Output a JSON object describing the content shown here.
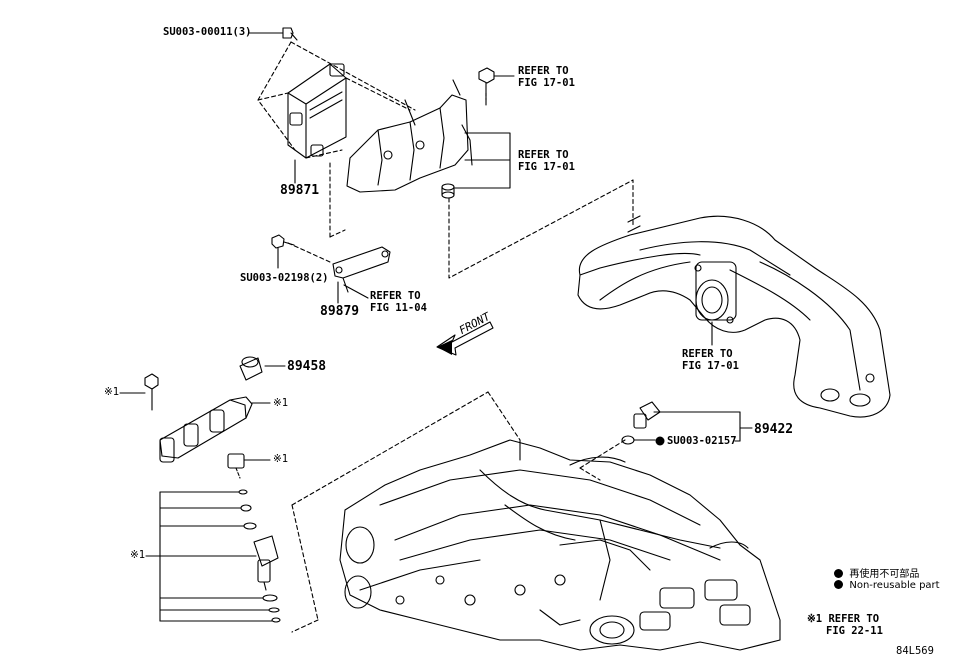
{
  "labels": {
    "su003_00011": "SU003-00011(3)",
    "refer_17_01_a": [
      "REFER TO",
      "FIG 17-01"
    ],
    "refer_17_01_b": [
      "REFER TO",
      "FIG 17-01"
    ],
    "p89871": "89871",
    "su003_02198": "SU003-02198(2)",
    "refer_11_04": [
      "REFER TO",
      "FIG 11-04"
    ],
    "p89879": "89879",
    "front": "FRONT",
    "refer_17_01_c": [
      "REFER TO",
      "FIG 17-01"
    ],
    "p89458": "89458",
    "ref1_a": "※1",
    "ref1_b": "※1",
    "ref1_c": "※1",
    "ref1_d": "※1",
    "p89422": "89422",
    "su003_02157": "SU003-02157",
    "legend_jp": "再使用不可部品",
    "legend_en": "Non-reusable part",
    "refer_22_11": [
      "※1 REFER TO",
      "FIG 22-11"
    ],
    "code": "84L569"
  },
  "colors": {
    "line": "#000000",
    "paper": "#ffffff"
  }
}
